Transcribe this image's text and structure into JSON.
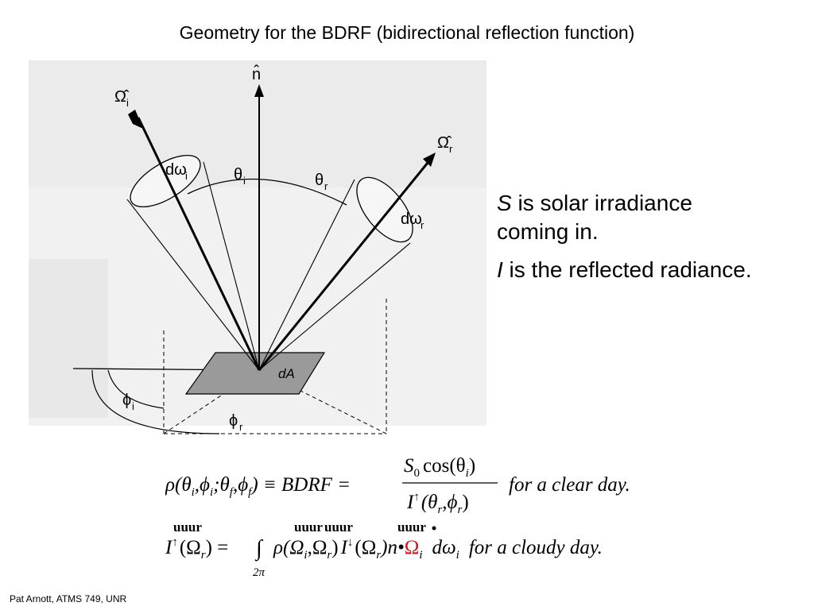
{
  "title": "Geometry for the BDRF (bidirectional reflection function)",
  "figure": {
    "labels": {
      "normal": "n̂",
      "omega_i": "Ω̂",
      "omega_i_sub": "i",
      "omega_r": "Ω̂",
      "omega_r_sub": "r",
      "domega_i": "dω",
      "domega_i_sub": "i",
      "domega_r": "dω",
      "domega_r_sub": "r",
      "theta_i": "θ",
      "theta_i_sub": "i",
      "theta_r": "θ",
      "theta_r_sub": "r",
      "dA": "dA",
      "phi_i": "ϕ",
      "phi_i_sub": "i",
      "phi_r": "ϕ",
      "phi_r_sub": "r"
    }
  },
  "explanation": {
    "line1_var": "S",
    "line1_text": " is solar irradiance coming in.",
    "line2_var": "I",
    "line2_text": " is the reflected radiance."
  },
  "equations": {
    "eq1_lhs": "ρ(θ",
    "eq1_sub_i": "i",
    "eq1_phi": ",ϕ",
    "eq1_sub_i2": "i",
    "eq1_theta_f": ";θ",
    "eq1_sub_f": "f",
    "eq1_phi_f": ",ϕ",
    "eq1_sub_f2": "f",
    "eq1_equiv": ") ≡ BDRF =",
    "eq1_num": "S",
    "eq1_num_sub": "0",
    "eq1_num_rest": "cos(θ",
    "eq1_num_sub_i": "i",
    "eq1_num_close": ")",
    "eq1_den": "I",
    "eq1_den_arrow": "↑",
    "eq1_den_rest": "(θ",
    "eq1_den_sub_r": "r",
    "eq1_den_phi": ",ϕ",
    "eq1_den_sub_r2": "r",
    "eq1_den_close": ")",
    "eq1_tail": "for a clear day.",
    "eq2_I": "I",
    "eq2_arrow": "↑",
    "eq2_lhs_rest": "(Ω",
    "eq2_sub_r": "r",
    "eq2_eq": ") =",
    "eq2_int": "∫",
    "eq2_int_sub": "2π",
    "eq2_rho": "ρ(Ω",
    "eq2_sub_i": "i",
    "eq2_comma": ",Ω",
    "eq2_sub_r2": "r",
    "eq2_close": ")",
    "eq2_I2": "I",
    "eq2_down": "↓",
    "eq2_open": "(Ω",
    "eq2_sub_r3": "r",
    "eq2_n": ")n•",
    "eq2_omega": "Ω",
    "eq2_omega_sub": "i",
    "eq2_domega": "dω",
    "eq2_domega_sub": "i",
    "eq2_tail": "for a cloudy day.",
    "eq2_vec_marks": "uuur",
    "highlight_color": "#e0101a"
  },
  "footer": "Pat Arnott, ATMS 749, UNR"
}
